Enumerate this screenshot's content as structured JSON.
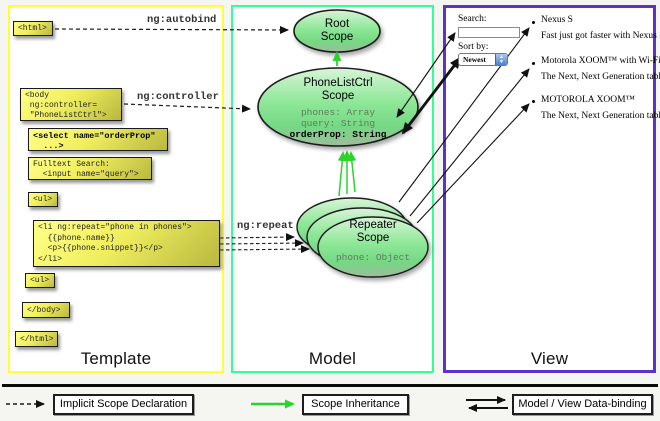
{
  "columns": {
    "template": {
      "label": "Template",
      "border_color": "#ffff33"
    },
    "model": {
      "label": "Model",
      "border_color": "#33ff99"
    },
    "view": {
      "label": "View",
      "border_color": "#5b33cc"
    }
  },
  "annotations": {
    "autobind": "ng:autobind",
    "controller": "ng:controller",
    "repeat": "ng:repeat"
  },
  "template_boxes": {
    "html_open": {
      "lines": [
        "<html>"
      ]
    },
    "body_open": {
      "lines": [
        "<body",
        " ng:controller=",
        " \"PhoneListCtrl\">"
      ]
    },
    "select": {
      "lines": [
        "<select name=\"orderProp\"",
        "  ...>"
      ]
    },
    "fulltext": {
      "lines": [
        "Fulltext Search:",
        "  <input name=\"query\">"
      ]
    },
    "ul_open": {
      "lines": [
        "<ul>"
      ]
    },
    "li_repeat": {
      "lines": [
        "<li ng:repeat=\"phone in phones\">",
        "  {{phone.name}}",
        "  <p>{{phone.snippet}}</p>",
        "</li>"
      ]
    },
    "ul_close": {
      "lines": [
        "<ul>"
      ]
    },
    "body_close": {
      "lines": [
        "</body>"
      ]
    },
    "html_close": {
      "lines": [
        "</html>"
      ]
    }
  },
  "scopes": {
    "root": {
      "line1": "Root",
      "line2": "Scope"
    },
    "phonelist": {
      "line1": "PhoneListCtrl",
      "line2": "Scope",
      "prop1": "phones: Array",
      "prop2": "query: String",
      "prop3": "orderProp: String"
    },
    "repeater": {
      "line1": "Repeater",
      "line2": "Scope",
      "prop1": "phone: Object"
    }
  },
  "view": {
    "search_label": "Search:",
    "search_value": "",
    "sort_label": "Sort by:",
    "sort_value": "Newest",
    "items": [
      {
        "name": "Nexus S",
        "desc": "Fast just got faster with Nexus S."
      },
      {
        "name": "Motorola XOOM™ with Wi-Fi",
        "desc": "The Next, Next Generation tablet."
      },
      {
        "name": "MOTOROLA XOOM™",
        "desc": "The Next, Next Generation tablet."
      }
    ]
  },
  "legend": {
    "implicit": "Implicit Scope Declaration",
    "inheritance": "Scope Inheritance",
    "databinding": "Model / View Data-binding"
  },
  "colors": {
    "template_border": "#ffff33",
    "model_border": "#33ff99",
    "view_border": "#5b33cc",
    "scope_green": "#7ce087",
    "inheritance_arrow": "#2bd42b",
    "code_box_yellow": "#f0ee5e"
  }
}
